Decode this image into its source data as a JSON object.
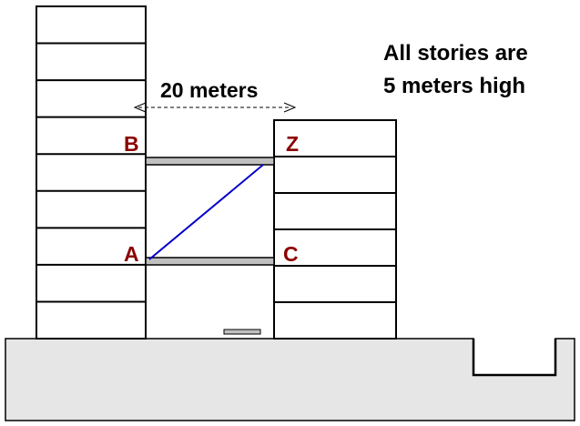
{
  "diagram": {
    "note_lines": [
      "All stories are",
      "5 meters high"
    ],
    "distance_label": "20 meters",
    "points": {
      "A": "A",
      "B": "B",
      "C": "C",
      "Z": "Z"
    },
    "left_building_stories": 9,
    "right_building_stories": 6,
    "colors": {
      "point_label": "#8b0000",
      "diagonal_line": "#0000cc",
      "ground_fill": "#e6e6e6",
      "walkway_fill": "#c0c0c0",
      "outline": "#000000"
    },
    "icons": {
      "distance_arrow": "double-headed-dashed-arrow"
    }
  }
}
